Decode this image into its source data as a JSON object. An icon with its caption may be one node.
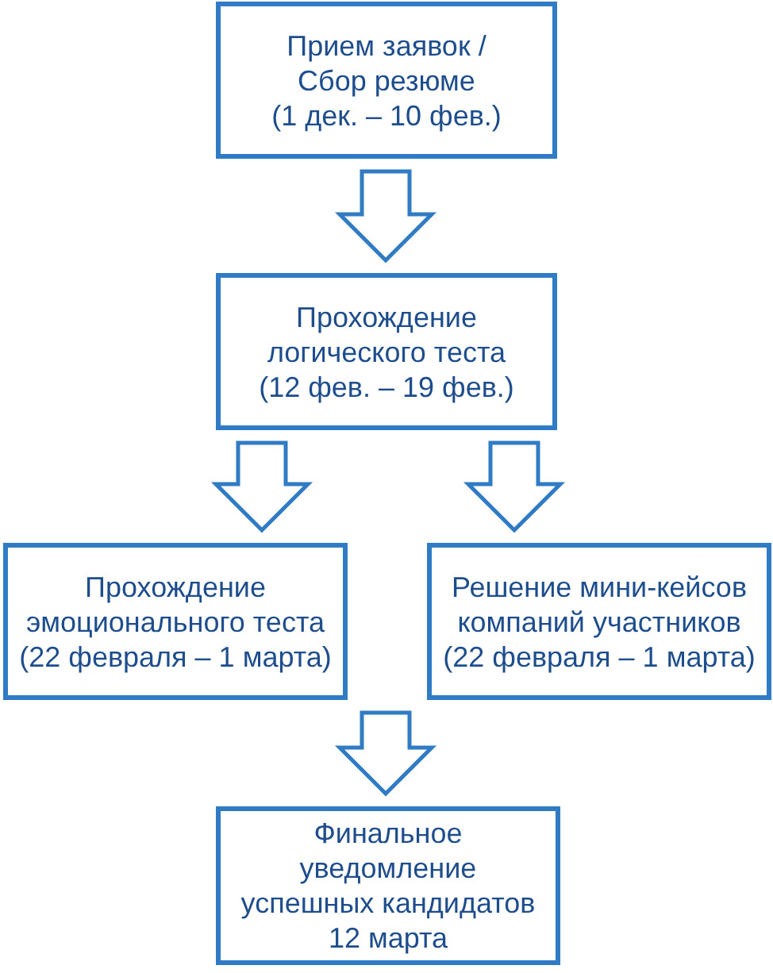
{
  "diagram": {
    "nodes": [
      {
        "text": [
          "Прием заявок / Сбор резюме",
          "(1 дек. – 10 фев.)"
        ]
      },
      {
        "text": [
          "Прохождение логического теста",
          "(12 фев. – 19 фев.)"
        ]
      },
      {
        "text": [
          "Прохождение эмоционального теста",
          "(22 февраля – 1 марта)"
        ]
      },
      {
        "text": [
          "Решение мини-кейсов компаний участников",
          "(22 февраля – 1 марта)"
        ]
      },
      {
        "text": [
          "Финальное уведомление успешных кандидатов",
          "12 марта"
        ]
      }
    ],
    "edges": [
      {
        "from": 0,
        "to": 1,
        "arrow": "to"
      },
      {
        "from": 1,
        "to": 2,
        "arrow": "to"
      },
      {
        "from": 1,
        "to": 3,
        "arrow": "to"
      },
      {
        "from": 2,
        "to": 4,
        "arrow": "to"
      },
      {
        "from": 3,
        "to": 4,
        "arrow": "to"
      }
    ]
  }
}
